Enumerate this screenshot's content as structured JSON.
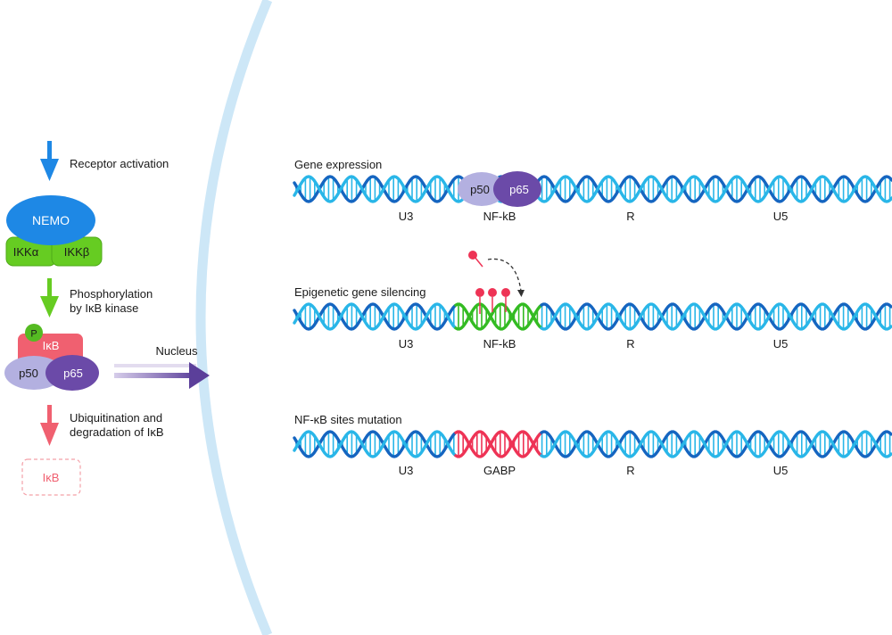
{
  "steps": {
    "receptor_activation": "Receptor activation",
    "phosphorylation": "Phosphorylation by IκB kinase",
    "ubiquitination": "Ubiquitination and degradation of IκB"
  },
  "proteins": {
    "nemo": "NEMO",
    "ikk_alpha": "IKKα",
    "ikk_beta": "IKKβ",
    "phospho": "P",
    "ikb": "IκB",
    "p50": "p50",
    "p65": "p65",
    "ikb_degraded": "IκB"
  },
  "nucleus_label": "Nucleus",
  "rows": [
    {
      "title": "Gene expression",
      "regions": [
        "U3",
        "NF-kB",
        "R",
        "U5"
      ],
      "state": "bound"
    },
    {
      "title": "Epigenetic gene silencing",
      "regions": [
        "U3",
        "NF-kB",
        "R",
        "U5"
      ],
      "state": "methylated"
    },
    {
      "title": "NF-κB sites mutation",
      "regions": [
        "U3",
        "GABP",
        "R",
        "U5"
      ],
      "state": "mutated"
    }
  ],
  "colors": {
    "dna_light": "#29b6e8",
    "dna_dark": "#1565c0",
    "dna_green": "#33bb22",
    "dna_red": "#ee3355",
    "nemo": "#1e88e5",
    "ikk": "#66cc22",
    "ikb": "#f06070",
    "p50": "#b3b0e0",
    "p65": "#6b4aa8",
    "phospho": "#55bb22",
    "nucleus_membrane": "#cde7f7",
    "arrow_blue": "#1e88e5",
    "arrow_green": "#66cc22",
    "arrow_red": "#f06070",
    "nucleus_arrow": "#5b3f9a"
  }
}
